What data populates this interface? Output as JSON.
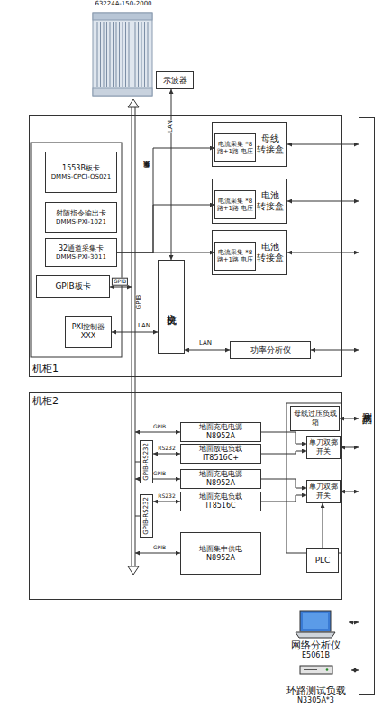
{
  "diagram": {
    "nodes": [
      {
        "text": [
          "63224A-150-2000"
        ]
      },
      {
        "text": [
          "示波器"
        ]
      },
      {
        "text": [
          "机柜1"
        ]
      },
      {
        "text": [
          "1553B板卡",
          "DMMS-CPCI-OS021"
        ],
        "in": 2
      },
      {
        "text": [
          "射随指令输出卡",
          "DMMS-PXI-1021"
        ],
        "in": 2
      },
      {
        "text": [
          "32通道采集卡",
          "DMMS-PXI-3011"
        ],
        "in": 2
      },
      {
        "text": [
          "GPIB板卡"
        ],
        "in": 2
      },
      {
        "text": [
          "PXI控制器",
          "XXX"
        ],
        "in": 2
      },
      {
        "text": [
          "交换机"
        ],
        "in": 2
      },
      {
        "text": [
          "母线 转接盒"
        ],
        "in": 2
      },
      {
        "text": [
          "电流采集 *8路+1路 电压"
        ],
        "in": 9
      },
      {
        "text": [
          "电池 转接盒"
        ],
        "in": 2
      },
      {
        "text": [
          "电流采集 *8路+1路 电压"
        ],
        "in": 11
      },
      {
        "text": [
          "电池 转接盒"
        ],
        "in": 2
      },
      {
        "text": [
          "电流采集 *8路+1路 电压"
        ],
        "in": 13
      },
      {
        "text": [
          "功率分析仪"
        ],
        "in": 2
      },
      {
        "text": [
          "被测产品"
        ]
      },
      {
        "text": [
          "机柜2"
        ]
      },
      {
        "text": [
          "GPIB-RS232"
        ],
        "in": 17
      },
      {
        "text": [
          "GPIB-RS232"
        ],
        "in": 17
      },
      {
        "text": [
          "地面充电电源",
          "N8952A"
        ],
        "in": 17
      },
      {
        "text": [
          "地面放电负载",
          "IT8516C+"
        ],
        "in": 17
      },
      {
        "text": [
          "地面充电电源",
          "N8952A"
        ],
        "in": 17
      },
      {
        "text": [
          "地面充电负载",
          "IT8516C"
        ],
        "in": 17
      },
      {
        "text": [
          "地面集中供电",
          "N8952A"
        ],
        "in": 17
      },
      {
        "text": [
          "母线过压负载箱"
        ],
        "in": 17
      },
      {
        "text": [
          "单刀双掷开关"
        ],
        "in": 17
      },
      {
        "text": [
          "单刀双掷开关"
        ],
        "in": 17
      },
      {
        "text": [
          "PLC"
        ],
        "in": 17
      },
      {
        "text": [
          "网络分析仪",
          "E5061B"
        ]
      },
      {
        "text": [
          "环路测试负载",
          "N3305A*3"
        ]
      }
    ],
    "edges": [
      {
        "from": 1,
        "to": 8,
        "arrow": "both",
        "label": "LAN"
      },
      {
        "from": 5,
        "to": 10,
        "arrow": "to",
        "label": "数据采集"
      },
      {
        "from": 5,
        "to": 12,
        "arrow": "to"
      },
      {
        "from": 5,
        "to": 14,
        "arrow": "to"
      },
      {
        "from": 7,
        "to": 8,
        "arrow": "both",
        "label": "LAN"
      },
      {
        "from": 8,
        "to": 15,
        "arrow": "both",
        "label": "LAN"
      },
      {
        "from": 9,
        "to": 16,
        "arrow": "both"
      },
      {
        "from": 11,
        "to": 16,
        "arrow": "both"
      },
      {
        "from": 13,
        "to": 16,
        "arrow": "both"
      },
      {
        "from": 15,
        "to": 16,
        "arrow": "both"
      },
      {
        "from": 18,
        "to": 21,
        "arrow": "both",
        "label": "RS232"
      },
      {
        "from": 19,
        "to": 23,
        "arrow": "both",
        "label": "RS232"
      },
      {
        "from": 20,
        "to": 26,
        "arrow": "to"
      },
      {
        "from": 21,
        "to": 26,
        "arrow": "to"
      },
      {
        "from": 22,
        "to": 27,
        "arrow": "to"
      },
      {
        "from": 23,
        "to": 27,
        "arrow": "to"
      },
      {
        "from": 25,
        "to": 16,
        "arrow": "both"
      },
      {
        "from": 26,
        "to": 16,
        "arrow": "both"
      },
      {
        "from": 27,
        "to": 16,
        "arrow": "both"
      },
      {
        "from": 28,
        "to": 27,
        "arrow": "to"
      },
      {
        "from": 29,
        "to": 16,
        "arrow": "both"
      },
      {
        "from": 30,
        "to": 16,
        "arrow": "both"
      }
    ],
    "labels": [
      "GPIB",
      "GPIB",
      "GPIB",
      "GPIB",
      "GPIB"
    ]
  }
}
